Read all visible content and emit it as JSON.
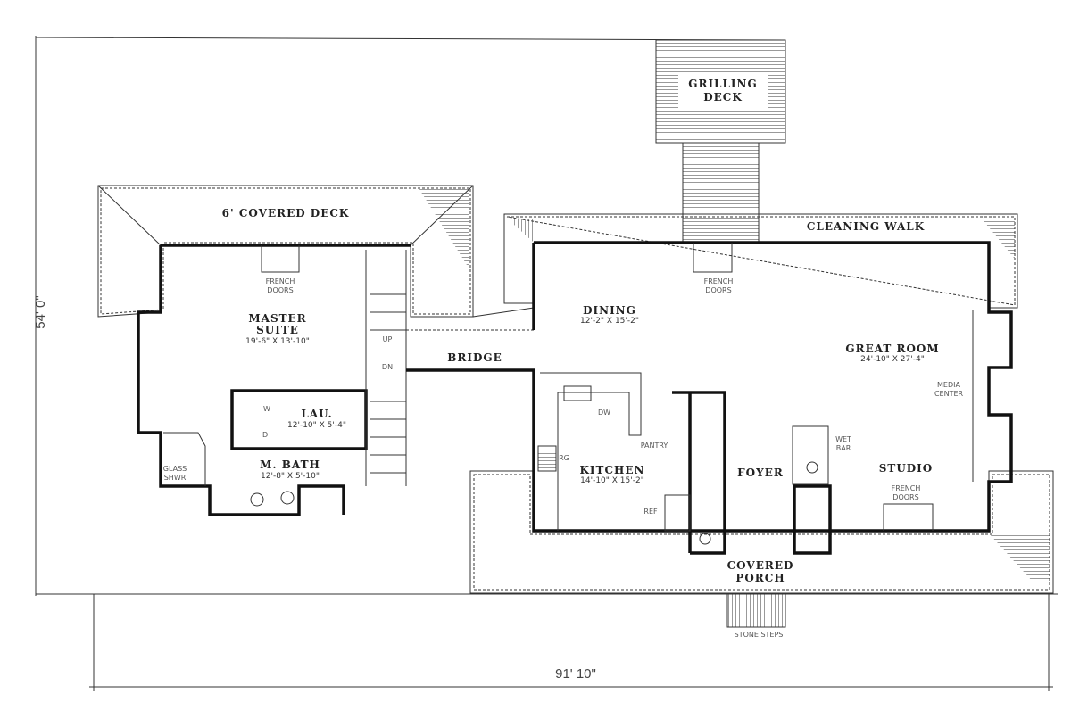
{
  "overall": {
    "width_label": "91' 10\"",
    "depth_label": "54' 0\""
  },
  "rooms": {
    "grilling_deck": {
      "line1": "GRILLING",
      "line2": "DECK"
    },
    "covered_deck": {
      "name": "6' COVERED DECK"
    },
    "cleaning_walk": {
      "name": "CLEANING WALK"
    },
    "master_suite": {
      "line1": "MASTER",
      "line2": "SUITE",
      "size": "19'-6\" X 13'-10\""
    },
    "laundry": {
      "name": "LAU.",
      "size": "12'-10\" X 5'-4\""
    },
    "master_bath": {
      "name": "M. BATH",
      "size": "12'-8\" X 5'-10\""
    },
    "bridge": {
      "name": "BRIDGE"
    },
    "dining": {
      "name": "DINING",
      "size": "12'-2\" X 15'-2\""
    },
    "great_room": {
      "name": "GREAT ROOM",
      "size": "24'-10\" X 27'-4\""
    },
    "kitchen": {
      "name": "KITCHEN",
      "size": "14'-10\" X 15'-2\""
    },
    "foyer": {
      "name": "FOYER"
    },
    "studio": {
      "name": "STUDIO"
    },
    "covered_porch": {
      "line1": "COVERED",
      "line2": "PORCH"
    }
  },
  "notes": {
    "french_doors_1": "FRENCH",
    "french_doors_2": "DOORS",
    "glass_shower_1": "GLASS",
    "glass_shower_2": "SHWR",
    "up": "UP",
    "dn": "DN",
    "washer": "W",
    "dryer": "D",
    "dishwasher": "DW",
    "range": "RG",
    "pantry": "PANTRY",
    "ref": "REF",
    "wet_bar_1": "WET",
    "wet_bar_2": "BAR",
    "media_center_1": "MEDIA",
    "media_center_2": "CENTER",
    "stone_steps": "STONE STEPS"
  }
}
